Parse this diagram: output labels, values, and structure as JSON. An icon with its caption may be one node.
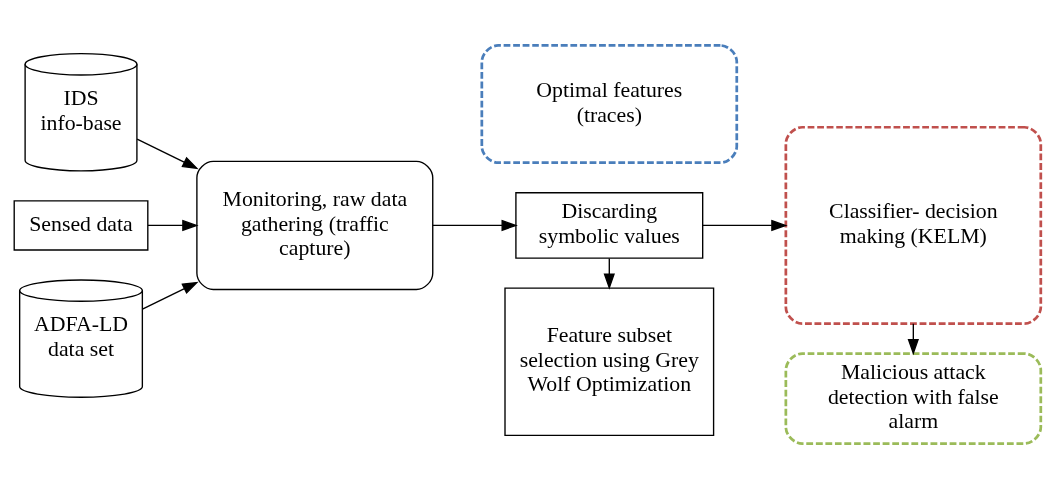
{
  "diagram": {
    "nodes": [
      {
        "text": [
          "IDS info-base"
        ]
      },
      {
        "text": [
          "Sensed data"
        ]
      },
      {
        "text": [
          "ADFA-LD data set"
        ]
      },
      {
        "text": [
          "Monitoring, raw data gathering (traffic capture)"
        ]
      },
      {
        "text": [
          "Optimal features (traces)"
        ]
      },
      {
        "text": [
          "Discarding symbolic values"
        ]
      },
      {
        "text": [
          "Feature subset selection using Grey Wolf Optimization"
        ]
      },
      {
        "text": [
          "Classifier- decision making (KELM)"
        ]
      },
      {
        "text": [
          "Malicious attack detection with false alarm"
        ]
      }
    ],
    "edges": [
      {
        "from": 0,
        "to": 3,
        "arrow": "to"
      },
      {
        "from": 1,
        "to": 3,
        "arrow": "to"
      },
      {
        "from": 2,
        "to": 3,
        "arrow": "to"
      },
      {
        "from": 3,
        "to": 5,
        "arrow": "to"
      },
      {
        "from": 5,
        "to": 6,
        "arrow": "to"
      },
      {
        "from": 5,
        "to": 7,
        "arrow": "to"
      },
      {
        "from": 7,
        "to": 8,
        "arrow": "to"
      }
    ]
  }
}
